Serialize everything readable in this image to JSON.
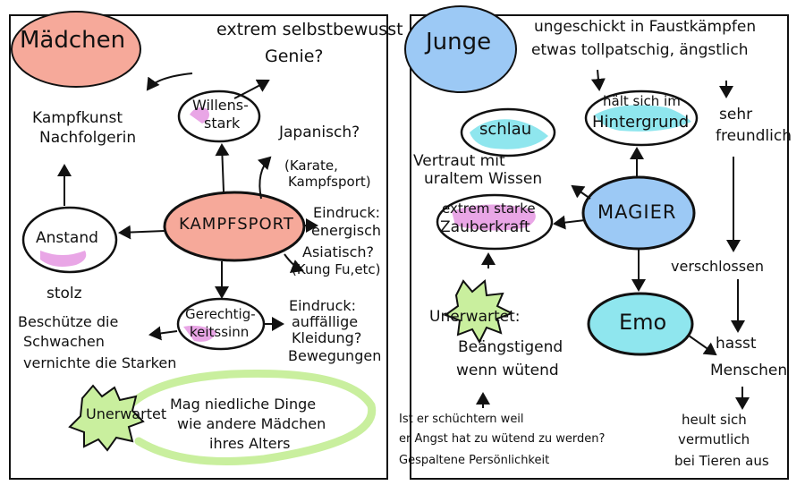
{
  "left": {
    "title": "Mädchen",
    "center": "KAMPFSPORT",
    "top_note_1": "extrem selbstbewusst",
    "top_note_2": "Genie?",
    "willensstark_1": "Willens-",
    "willensstark_2": "stark",
    "kampfkunst_1": "Kampfkunst",
    "kampfkunst_2": "Nachfolgerin",
    "japanisch_1": "Japanisch?",
    "japanisch_2": "(Karate,",
    "japanisch_3": "Kampfsport)",
    "eindruck1_1": "Eindruck:",
    "eindruck1_2": "energisch",
    "asiatisch_1": "Asiatisch?",
    "asiatisch_2": "(Kung Fu,etc)",
    "eindruck2_1": "Eindruck:",
    "eindruck2_2": "auffällige",
    "eindruck2_3": "Kleidung?",
    "eindruck2_4": "Bewegungen",
    "anstand": "Anstand",
    "stolz": "stolz",
    "gerechtigkeit_1": "Gerechtig-",
    "gerechtigkeit_2": "keitssinn",
    "beschuetze_1": "Beschütze die",
    "beschuetze_2": "Schwachen",
    "beschuetze_3": "vernichte die Starken",
    "unerwartet": "Unerwartet",
    "mag_1": "Mag niedliche Dinge",
    "mag_2": "wie andere Mädchen",
    "mag_3": "ihres Alters"
  },
  "right": {
    "title": "Junge",
    "top_note_1": "ungeschickt in Faustkämpfen",
    "top_note_2": "etwas tollpatschig, ängstlich",
    "schlau": "schlau",
    "hintergrund_1": "hält sich im",
    "hintergrund_2": "Hintergrund",
    "freundlich_1": "sehr",
    "freundlich_2": "freundlich",
    "vertraut_1": "Vertraut mit",
    "vertraut_2": "uraltem Wissen",
    "zauber_1": "extrem starke",
    "zauber_2": "Zauberkraft",
    "center": "MAGIER",
    "verschlossen": "verschlossen",
    "emo": "Emo",
    "hasst_1": "hasst",
    "hasst_2": "Menschen",
    "unerwartet": "Unerwartet:",
    "beaengstigend_1": "Beängstigend",
    "beaengstigend_2": "wenn wütend",
    "heult_1": "heult sich",
    "heult_2": "vermutlich",
    "heult_3": "bei Tieren aus",
    "bottom_1": "Ist er schüchtern weil",
    "bottom_2": "er Angst hat zu wütend zu werden?",
    "bottom_3": "Gespaltene Persönlichkeit"
  },
  "colors": {
    "salmon": "#f6a99a",
    "pink": "#e9a6e6",
    "cyan": "#8fe6ee",
    "blue": "#9cc9f5",
    "green": "#c9ef9e",
    "ink": "#111111"
  }
}
